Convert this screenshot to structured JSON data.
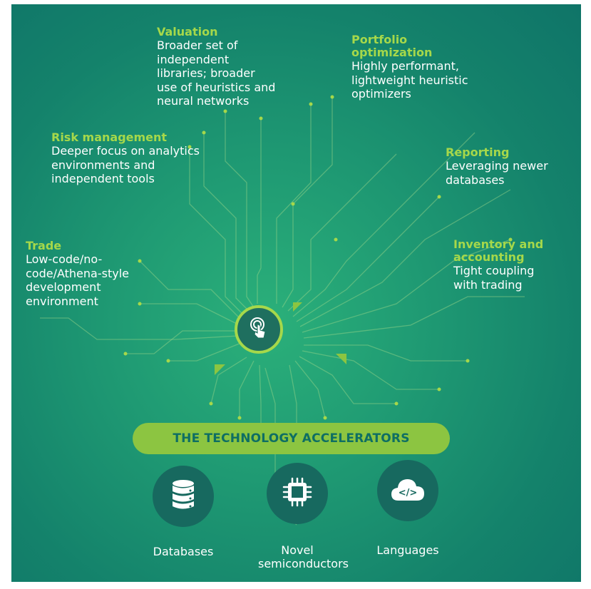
{
  "categories": [
    {
      "id": "valuation",
      "title": "Valuation",
      "description": "Broader set of independent libraries; broader use of heuristics and neural networks"
    },
    {
      "id": "portfolio",
      "title": "Portfolio optimization",
      "description": "Highly performant, lightweight heuristic optimizers"
    },
    {
      "id": "risk",
      "title": "Risk management",
      "description": "Deeper focus on analytics environments and independent tools"
    },
    {
      "id": "reporting",
      "title": "Reporting",
      "description": "Leveraging newer databases"
    },
    {
      "id": "trade",
      "title": "Trade",
      "description": "Low-code/no-code/Athena-style development environment"
    },
    {
      "id": "inventory",
      "title": "Inventory and accounting",
      "description": "Tight coupling with trading"
    }
  ],
  "banner": "THE TECHNOLOGY ACCELERATORS",
  "accelerators": [
    {
      "label": "Databases",
      "icon": "database-icon"
    },
    {
      "label": "Novel semiconductors",
      "icon": "chip-icon"
    },
    {
      "label": "Languages",
      "icon": "cloud-code-icon"
    }
  ],
  "center_icon": "touch-icon",
  "colors": {
    "background": "#14826b",
    "accent": "#a6d84a",
    "banner": "#8cc541",
    "circle": "#17695f",
    "hub": "#1f6f5f"
  }
}
